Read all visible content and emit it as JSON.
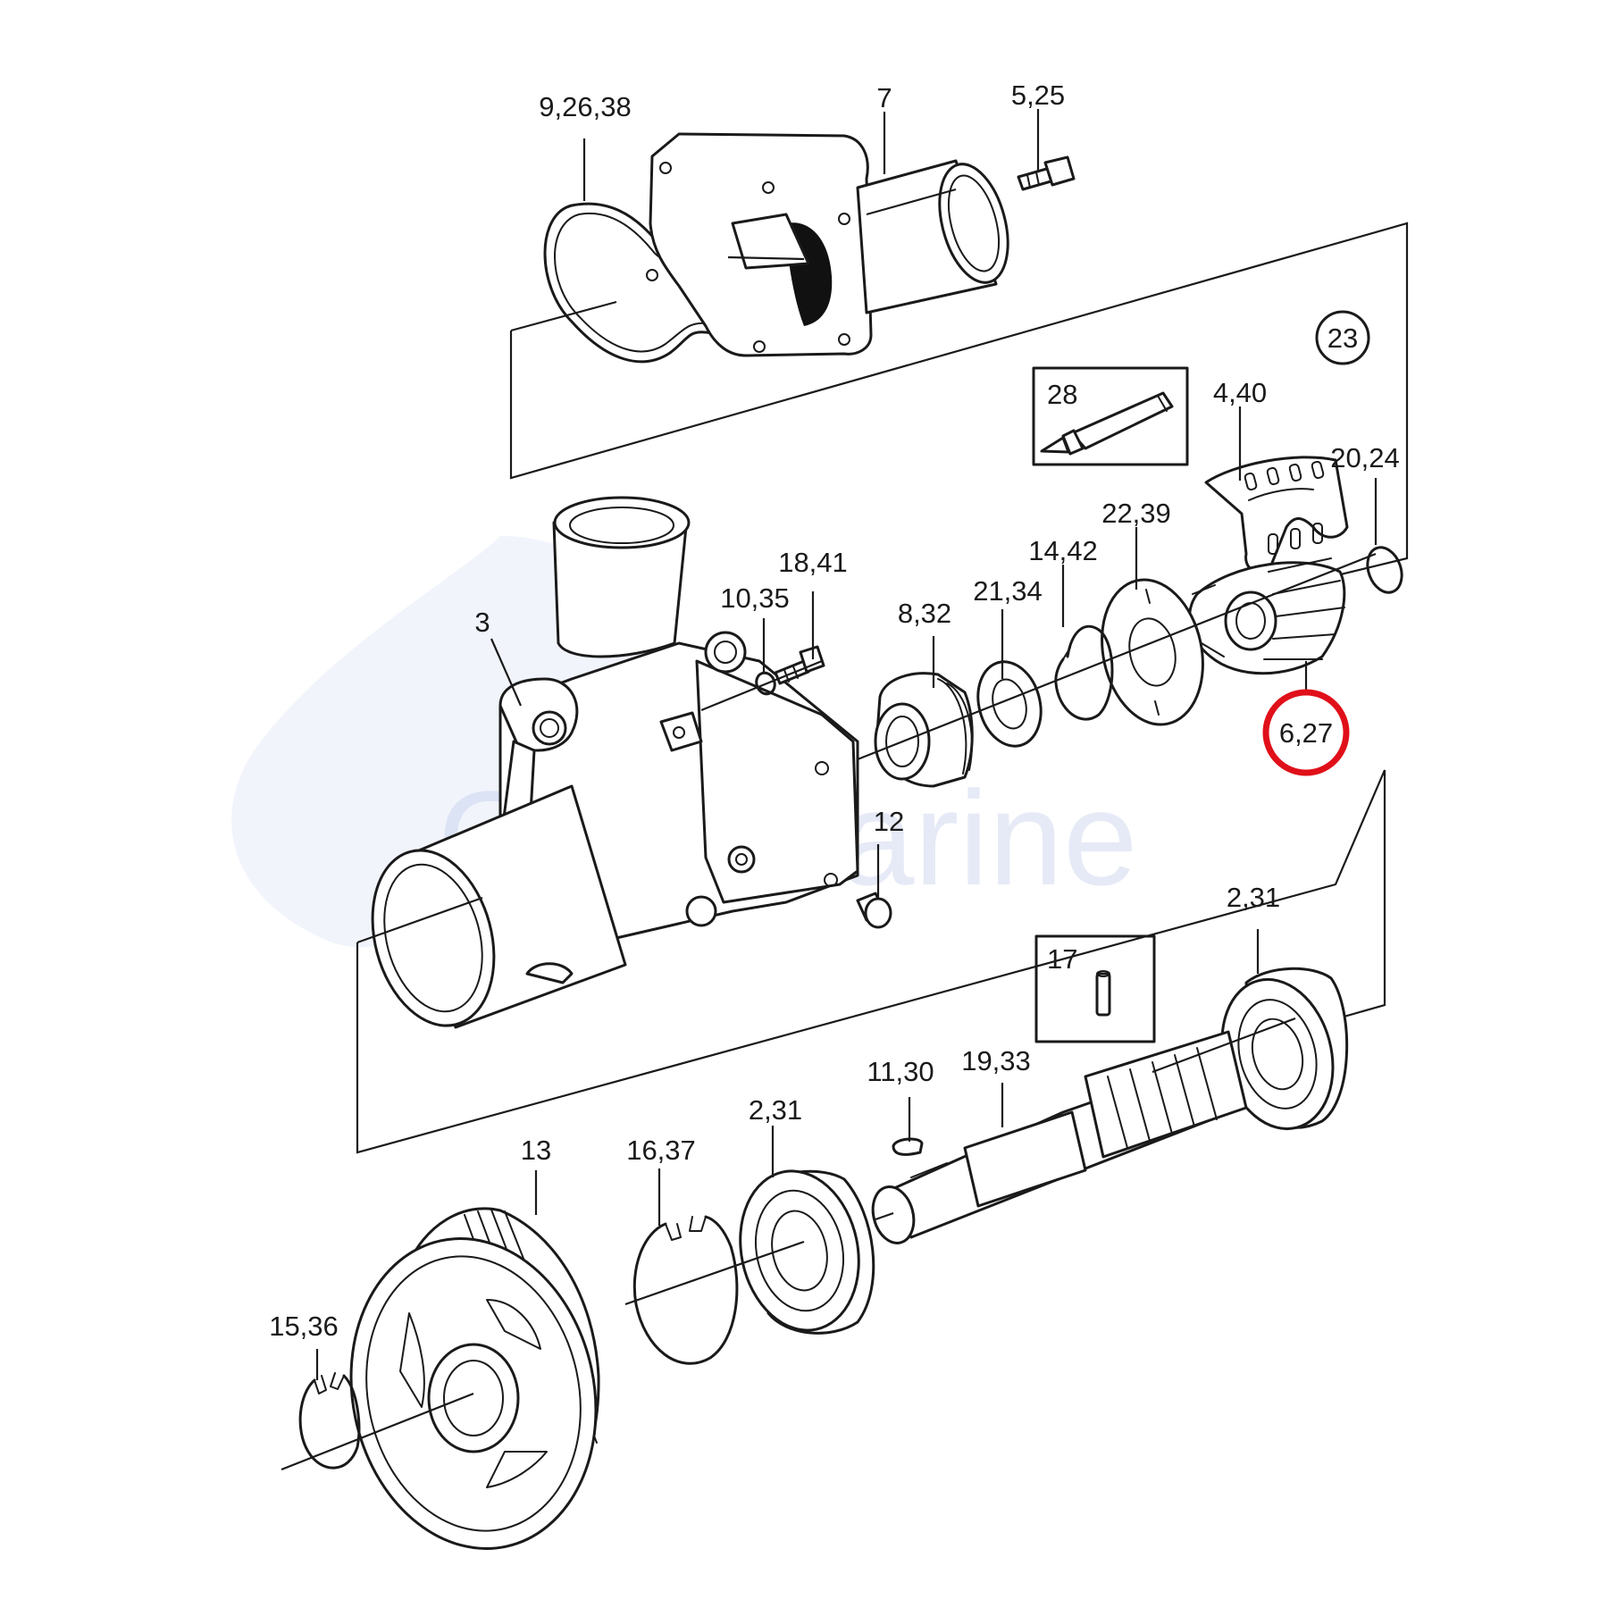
{
  "watermark": {
    "text": "GLMmarine",
    "color": "#b8c4e8"
  },
  "highlight": {
    "label": "6,27",
    "color": "#e0101a"
  },
  "group_label": "23",
  "inset_boxes": [
    {
      "label": "28",
      "icon": "grease-tube-icon"
    },
    {
      "label": "17",
      "icon": "pin-icon"
    }
  ],
  "callouts": {
    "c_9_26_38": "9,26,38",
    "c_7": "7",
    "c_5_25": "5,25",
    "c_4_40": "4,40",
    "c_20_24": "20,24",
    "c_22_39": "22,39",
    "c_14_42": "14,42",
    "c_21_34": "21,34",
    "c_8_32": "8,32",
    "c_18_41": "18,41",
    "c_10_35": "10,35",
    "c_3": "3",
    "c_12": "12",
    "c_2_31_top": "2,31",
    "c_11_30": "11,30",
    "c_19_33": "19,33",
    "c_2_31_bottom": "2,31",
    "c_13": "13",
    "c_16_37": "16,37",
    "c_15_36": "15,36"
  }
}
